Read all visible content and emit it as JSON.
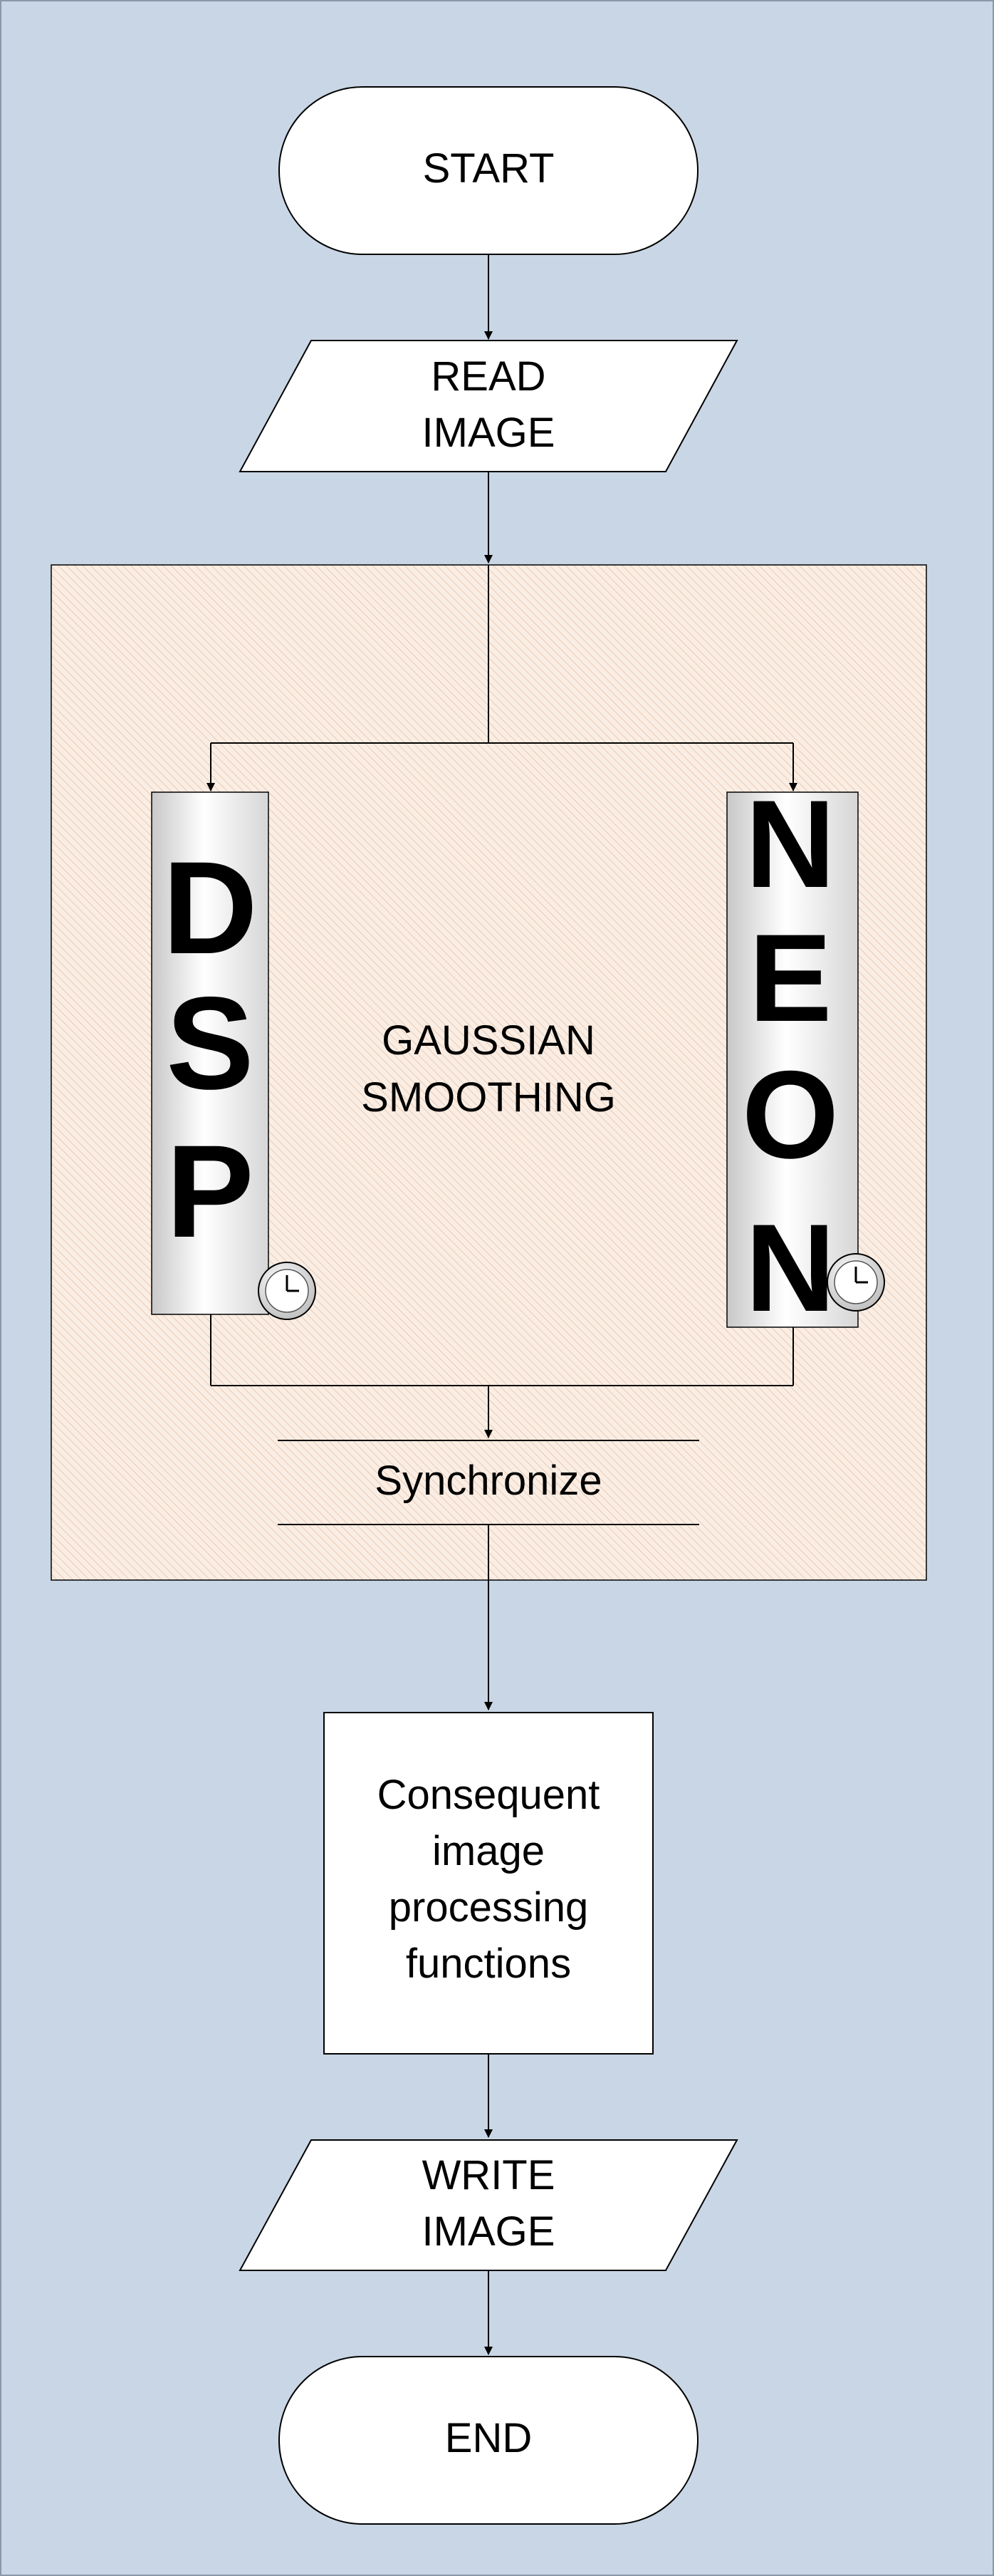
{
  "start": {
    "label": "START"
  },
  "read_image": {
    "line1": "READ",
    "line2": "IMAGE"
  },
  "gaussian": {
    "line1": "GAUSSIAN",
    "line2": "SMOOTHING"
  },
  "dsp": {
    "letters": [
      "D",
      "S",
      "P"
    ]
  },
  "neon": {
    "letters": [
      "N",
      "E",
      "O",
      "N"
    ]
  },
  "synchronize": {
    "label": "Synchronize"
  },
  "consequent": {
    "lines": [
      "Consequent",
      "image",
      "processing",
      "functions"
    ]
  },
  "write_image": {
    "line1": "WRITE",
    "line2": "IMAGE"
  },
  "end": {
    "label": "END"
  },
  "colors": {
    "page_background": "#c9d6e5",
    "panel_background": "#faeee4",
    "node_fill": "#ffffff",
    "stroke": "#000000"
  }
}
